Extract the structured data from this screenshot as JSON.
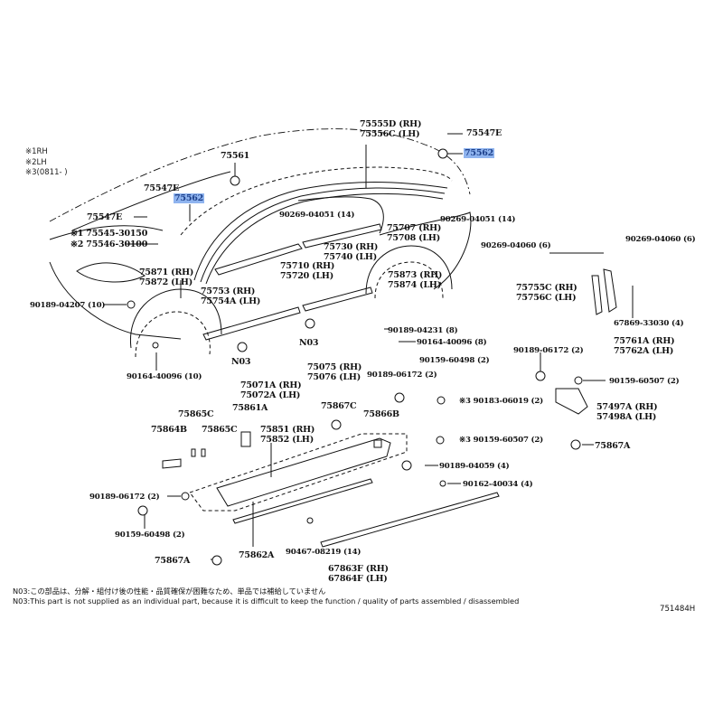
{
  "diagram": {
    "title_code": "751484H",
    "legend": [
      {
        "mark": "※1",
        "text": "RH"
      },
      {
        "mark": "※2",
        "text": "LH"
      },
      {
        "mark": "※3",
        "text": "(0811-      )"
      }
    ],
    "labels": {
      "p75555D": "75555D (RH)",
      "p75556C": "75556C (LH)",
      "p75547E_top": "75547E",
      "p75562_top": "75562",
      "p75561": "75561",
      "p75547E_a": "75547E",
      "p75562_left": "75562",
      "p75547E_b": "75547E",
      "p75545": "※1 75545-30150",
      "p75546": "※2 75546-30100",
      "p90269_04051_a": "90269-04051 (14)",
      "p90269_04051_b": "90269-04051 (14)",
      "p75707": "75707 (RH)",
      "p75708": "75708 (LH)",
      "p90269_04060_a": "90269-04060 (6)",
      "p90269_04060_b": "90269-04060 (6)",
      "p75730": "75730 (RH)",
      "p75740": "75740 (LH)",
      "p75710": "75710 (RH)",
      "p75720": "75720 (LH)",
      "p75871": "75871 (RH)",
      "p75872": "75872 (LH)",
      "p75873": "75873 (RH)",
      "p75874": "75874 (LH)",
      "p75753": "75753 (RH)",
      "p75754A": "75754A (LH)",
      "p90189_04207": "90189-04207 (10)",
      "p75755C": "75755C (RH)",
      "p75756C": "75756C (LH)",
      "p67869": "67869-33030 (4)",
      "p75761A": "75761A (RH)",
      "p75762A": "75762A (LH)",
      "p90164_40096_10": "90164-40096 (10)",
      "n03_a": "N03",
      "n03_b": "N03",
      "p90189_04231": "90189-04231 (8)",
      "p90164_40096_8": "90164-40096 (8)",
      "p75075": "75075 (RH)",
      "p75076": "75076 (LH)",
      "p75071A": "75071A (RH)",
      "p75072A": "75072A (LH)",
      "p90189_06172_r": "90189-06172 (2)",
      "p90159_60507_r": "90159-60507 (2)",
      "p90159_60498_c": "90159-60498 (2)",
      "p90189_06172_c": "90189-06172 (2)",
      "p90183": "※3 90183-06019 (2)",
      "p90159_60507_c": "※3 90159-60507 (2)",
      "p57497A": "57497A (RH)",
      "p57498A": "57498A (LH)",
      "p75867A_r": "75867A",
      "p75861A": "75861A",
      "p75865C_a": "75865C",
      "p75865C_b": "75865C",
      "p75864B": "75864B",
      "p75867C": "75867C",
      "p75866B": "75866B",
      "p75851": "75851 (RH)",
      "p75852": "75852 (LH)",
      "p90189_04059": "90189-04059 (4)",
      "p90162_40034": "90162-40034 (4)",
      "p90189_06172_l": "90189-06172 (2)",
      "p90159_60498_l": "90159-60498 (2)",
      "p75867A_l": "75867A",
      "p75862A": "75862A",
      "p90467": "90467-08219 (14)",
      "p67863F": "67863F (RH)",
      "p67864F": "67864F (LH)"
    },
    "notes": {
      "jp": "N03:この部品は、分解・組付け後の性能・品質確保が困難なため、単品では補給していません",
      "en": "N03:This part is not supplied as an individual part, because it is difficult to keep the function / quality of parts assembled / disassembled"
    },
    "highlight_color": "#8fb4ef"
  }
}
